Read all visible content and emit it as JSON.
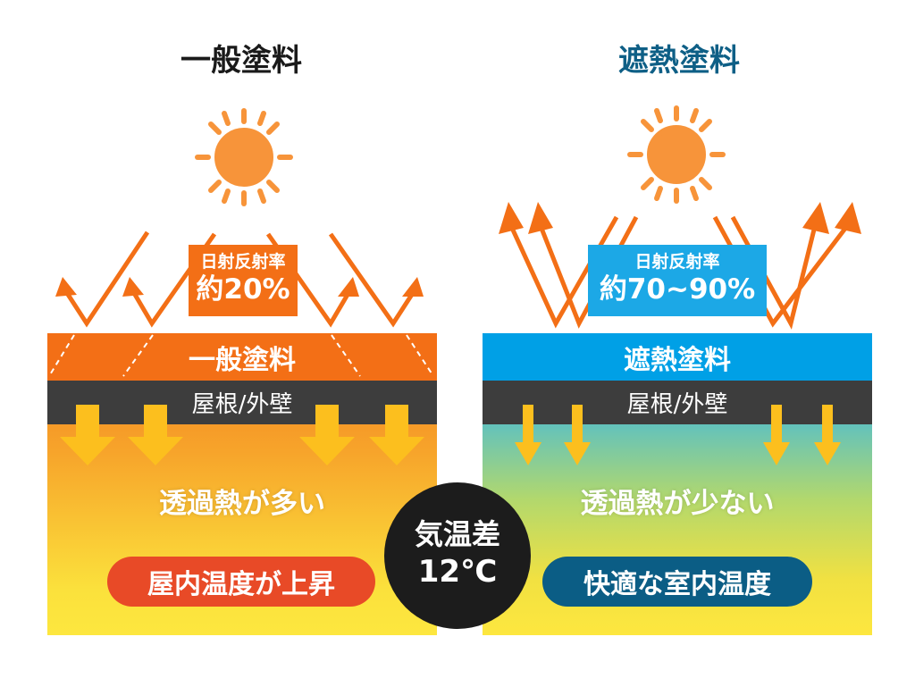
{
  "left": {
    "title": "一般塗料",
    "reflect_label": "日射反射率",
    "reflect_value": "約20%",
    "coating_label": "一般塗料",
    "roof_label": "屋根/外壁",
    "heat_text": "透過熱が多い",
    "result_text": "屋内温度が上昇"
  },
  "right": {
    "title": "遮熱塗料",
    "reflect_label": "日射反射率",
    "reflect_value": "約70~90%",
    "coating_label": "遮熱塗料",
    "roof_label": "屋根/外壁",
    "heat_text": "透過熱が少ない",
    "result_text": "快適な室内温度"
  },
  "center": {
    "line1": "気温差",
    "line2": "12℃"
  },
  "colors": {
    "sun": "#f7943a",
    "arrow_orange": "#f36f16",
    "arrow_yellow": "#fcbf1e",
    "coat_orange": "#f36f16",
    "coat_blue": "#00a0e6",
    "roof_gray": "#3d3d3d",
    "title_blue": "#0e5f86"
  },
  "icons": [
    "sun-icon",
    "reflect-arrow-icon",
    "heat-down-arrow-icon"
  ]
}
